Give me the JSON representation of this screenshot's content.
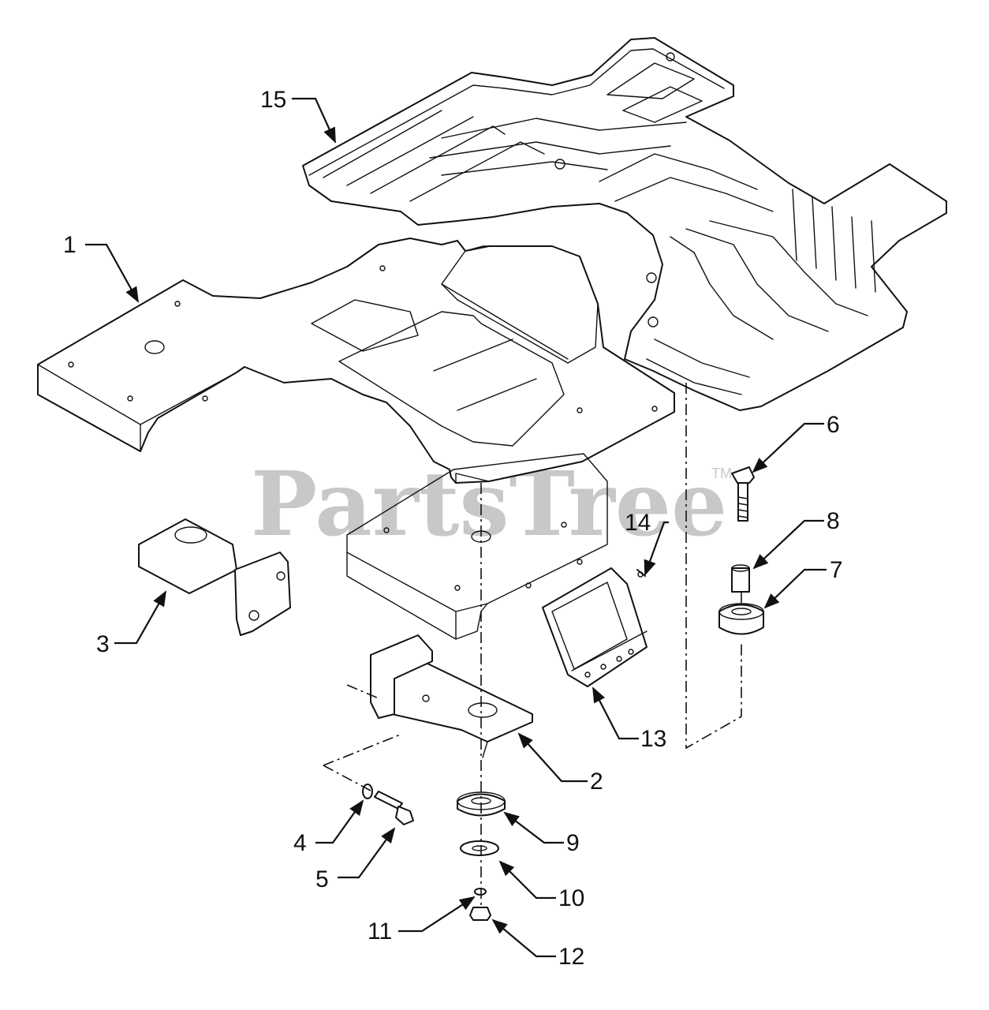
{
  "watermark": {
    "text": "PartsTree",
    "trademark": "TM"
  },
  "callouts": [
    {
      "id": "1",
      "label": "1"
    },
    {
      "id": "2",
      "label": "2"
    },
    {
      "id": "3",
      "label": "3"
    },
    {
      "id": "4",
      "label": "4"
    },
    {
      "id": "5",
      "label": "5"
    },
    {
      "id": "6",
      "label": "6"
    },
    {
      "id": "7",
      "label": "7"
    },
    {
      "id": "8",
      "label": "8"
    },
    {
      "id": "9",
      "label": "9"
    },
    {
      "id": "10",
      "label": "10"
    },
    {
      "id": "11",
      "label": "11"
    },
    {
      "id": "12",
      "label": "12"
    },
    {
      "id": "13",
      "label": "13"
    },
    {
      "id": "14",
      "label": "14"
    },
    {
      "id": "15",
      "label": "15"
    }
  ],
  "arrowhead_color": "#111111"
}
